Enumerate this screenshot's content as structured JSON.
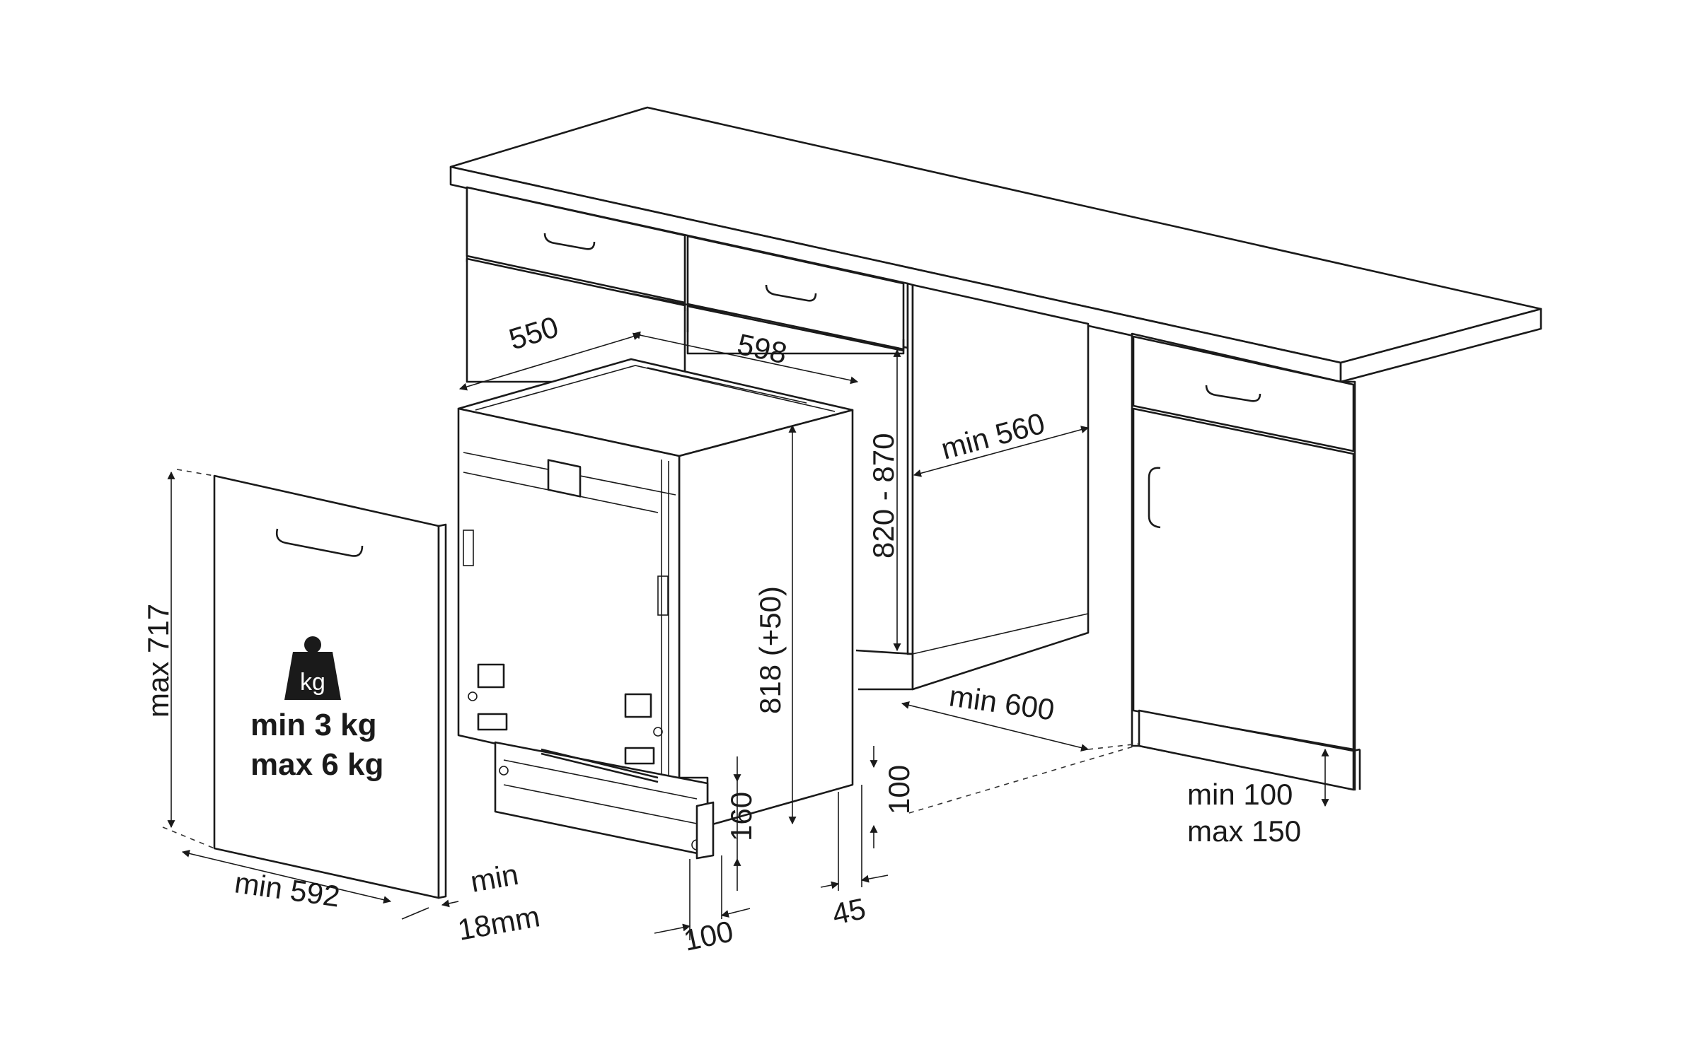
{
  "dimensions": {
    "depth": "550",
    "width": "598",
    "niche_height": "820 - 870",
    "niche_depth": "min 560",
    "niche_width": "min 600",
    "appliance_height": "818 (+50)",
    "door_height": "max 717",
    "door_width": "min 592",
    "door_thickness_line1": "min",
    "door_thickness_line2": "18mm",
    "plinth_height": "100",
    "plinth_height_lower": "160",
    "plinth_setback": "45",
    "plinth_depth": "100",
    "plinth_range_line1": "min 100",
    "plinth_range_line2": "max 150"
  },
  "door_weight": {
    "icon_label": "kg",
    "min": "min 3 kg",
    "max": "max 6 kg"
  }
}
